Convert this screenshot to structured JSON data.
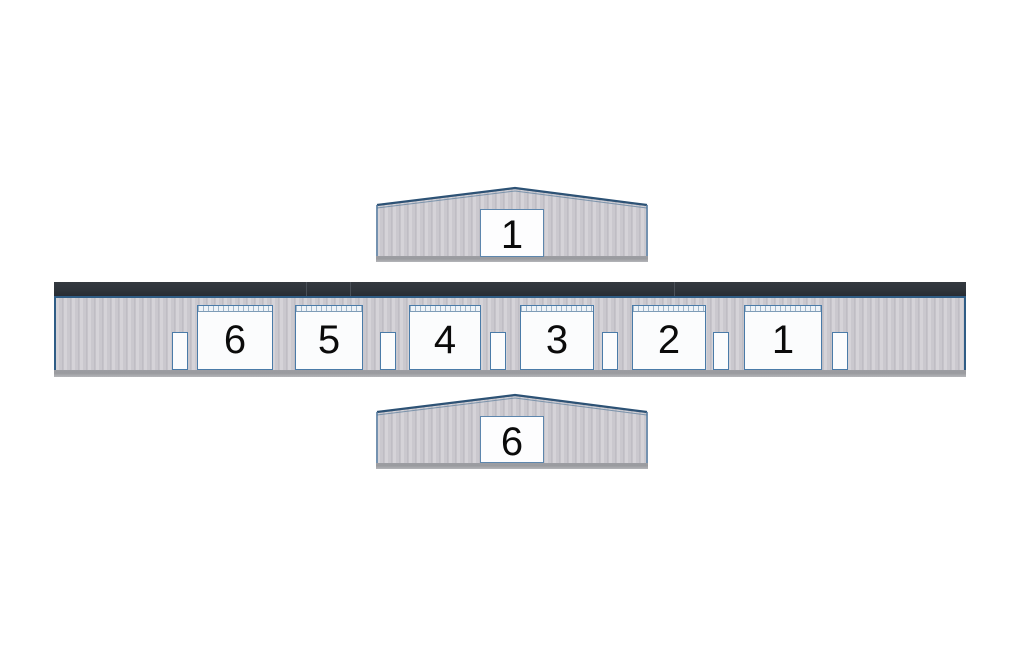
{
  "drawing": {
    "title": "Building Elevation Drawing",
    "background_color": "#ffffff",
    "palette": {
      "siding": "#cdcbd0",
      "roof_band": "#2e333a",
      "trim_blue": "#2f5d86",
      "door_fill": "#fbfcfd",
      "door_border": "#4a7ba8",
      "base_strip": "#9d9ea3",
      "label_text": "#0b0b0b"
    }
  },
  "buildings": {
    "top_gable": {
      "name": "upper-gable-building",
      "door": {
        "label": "1"
      }
    },
    "main_elevation": {
      "name": "main-long-elevation",
      "bays": [
        {
          "label": "6"
        },
        {
          "label": "5"
        },
        {
          "label": "4"
        },
        {
          "label": "3"
        },
        {
          "label": "2"
        },
        {
          "label": "1"
        }
      ],
      "personnel_doors": [
        {
          "name": "personnel-door-1"
        },
        {
          "name": "personnel-door-2"
        },
        {
          "name": "personnel-door-3"
        },
        {
          "name": "personnel-door-4"
        },
        {
          "name": "personnel-door-5"
        },
        {
          "name": "personnel-door-6"
        }
      ]
    },
    "bottom_gable": {
      "name": "lower-gable-building",
      "door": {
        "label": "6"
      }
    }
  }
}
